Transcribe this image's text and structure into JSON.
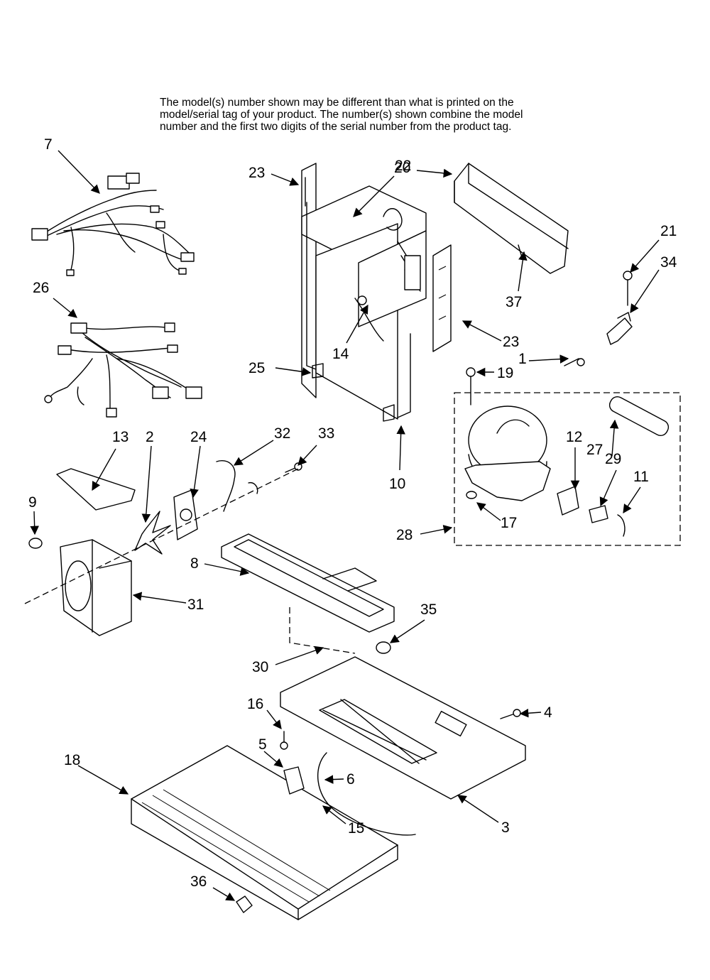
{
  "note_lines": [
    "The model(s) number shown may be different than what is printed on the",
    "model/serial tag of your product. The number(s) shown combine the model",
    "number and the first two digits of the serial number from the product tag."
  ],
  "callouts": [
    "7",
    "26",
    "23",
    "22",
    "20",
    "21",
    "34",
    "37",
    "23",
    "14",
    "25",
    "1",
    "19",
    "10",
    "13",
    "2",
    "24",
    "32",
    "33",
    "12",
    "27",
    "29",
    "11",
    "9",
    "17",
    "28",
    "8",
    "31",
    "35",
    "30",
    "16",
    "4",
    "5",
    "6",
    "18",
    "15",
    "3",
    "36"
  ]
}
